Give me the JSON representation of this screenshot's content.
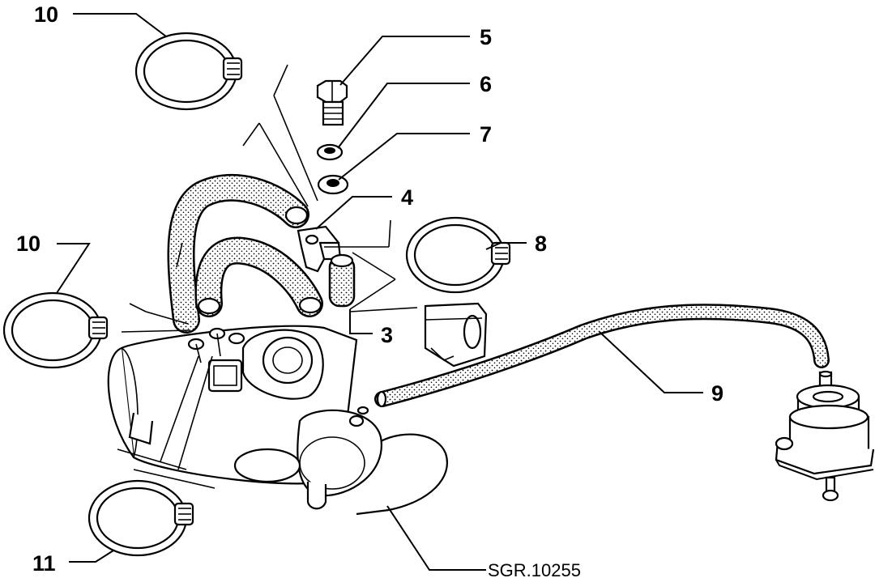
{
  "labels": {
    "p3": "3",
    "p4": "4",
    "p5": "5",
    "p6": "6",
    "p7": "7",
    "p8": "8",
    "p9": "9",
    "p10a": "10",
    "p10b": "10",
    "p11": "11"
  },
  "drawing_code": "SGR.10255"
}
